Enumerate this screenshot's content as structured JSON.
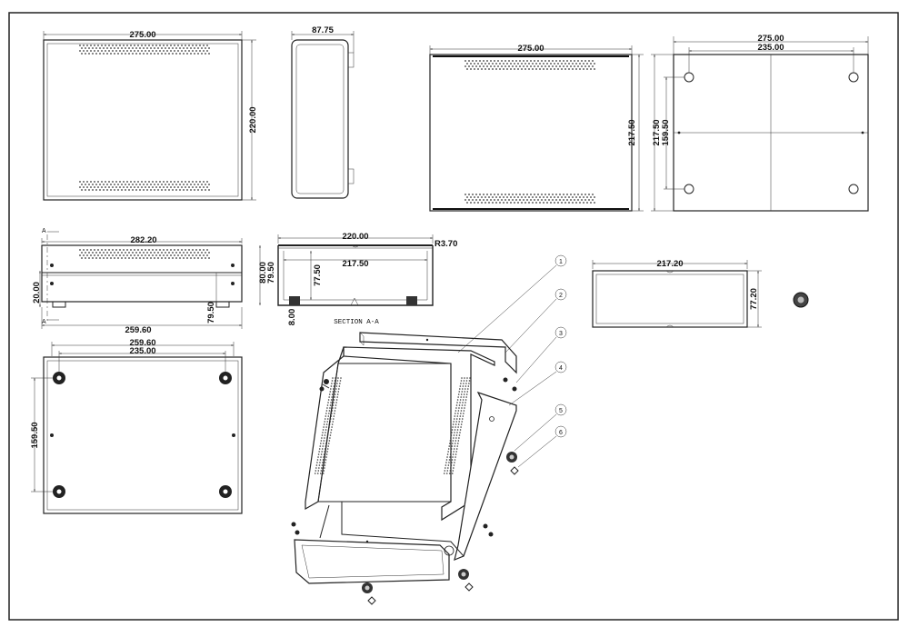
{
  "views": {
    "top": {
      "width": "275.00",
      "depth": "220.00"
    },
    "side": {
      "width": "87.75"
    },
    "rear": {
      "width": "275.00",
      "height": "217.50"
    },
    "bottom_plate": {
      "width": "275.00",
      "hole_x": "235.00",
      "height": "217.50",
      "hole_y": "159.50"
    },
    "front": {
      "width": "282.20",
      "height_left": "20.00",
      "height_right": "79.50",
      "base_width": "259.60",
      "section_mark_top": "A",
      "section_mark_bottom": "A"
    },
    "section": {
      "width": "220.00",
      "radius": "R3.70",
      "inner_width": "217.50",
      "h1": "80.00",
      "h2": "79.50",
      "h3": "77.50",
      "foot": "8.00",
      "caption": "SECTION A-A"
    },
    "panel": {
      "width": "217.20",
      "height": "77.20"
    },
    "bottom": {
      "width": "259.60",
      "hole_x": "235.00",
      "hole_y": "159.50"
    }
  },
  "callouts": [
    "1",
    "2",
    "3",
    "4",
    "5",
    "6"
  ]
}
